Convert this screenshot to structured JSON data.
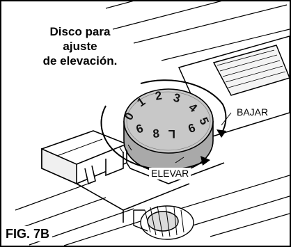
{
  "figure": {
    "caption_lines": [
      "Disco para",
      "ajuste",
      "de elevación."
    ],
    "label_down": "BAJAR",
    "label_up": "ELEVAR",
    "figure_label": "FIG. 7B"
  },
  "dial": {
    "top_numbers": [
      "0",
      "1",
      "2",
      "3",
      "4",
      "5"
    ],
    "side_numbers": [
      "6",
      "8",
      "L",
      "9"
    ]
  },
  "colors": {
    "line": "#000000",
    "dial_face": "#c8c8c8",
    "dial_edge": "#a9a9a9",
    "background": "#ffffff"
  }
}
